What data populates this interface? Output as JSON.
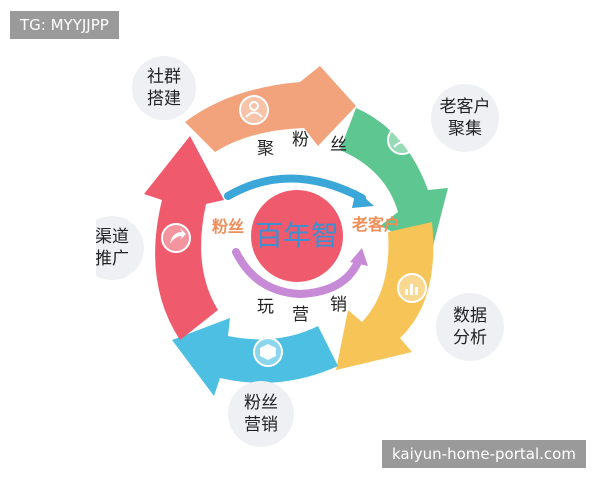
{
  "watermark_top": "TG: MYYJJPP",
  "watermark_bottom": "kaiyun-home-portal.com",
  "center": {
    "title": "百年智",
    "left_label": "粉丝",
    "right_label": "老客户"
  },
  "ring_labels": {
    "top": [
      "聚",
      "粉",
      "丝"
    ],
    "bottom": [
      "玩",
      "营",
      "销"
    ]
  },
  "stages": [
    {
      "lines": [
        "社群",
        "搭建"
      ],
      "color": "#f3a37b",
      "icon": "user-icon"
    },
    {
      "lines": [
        "老客户",
        "聚集"
      ],
      "color": "#5ec690",
      "icon": "person-badge-icon"
    },
    {
      "lines": [
        "数据",
        "分析"
      ],
      "color": "#f6c457",
      "icon": "bar-chart-icon"
    },
    {
      "lines": [
        "粉丝",
        "营销"
      ],
      "color": "#4dbfe3",
      "icon": "megaphone-icon"
    },
    {
      "lines": [
        "渠道",
        "推广"
      ],
      "color": "#ef5b6c",
      "icon": "share-arrow-icon"
    }
  ],
  "colors": {
    "bubble_bg": "#eef0f4",
    "center_circle": "#ef5b6c",
    "center_title": "#3e8fd0",
    "inner_label_left": "#f08e5a",
    "inner_label_right": "#f08e5a",
    "inner_arrow_top": "#3aa7d8",
    "inner_arrow_bottom": "#c68ad6"
  }
}
